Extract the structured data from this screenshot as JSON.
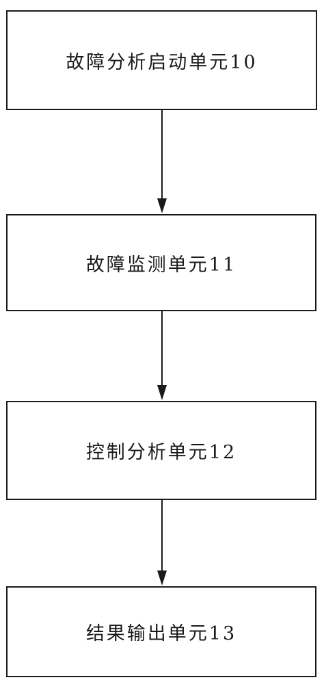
{
  "diagram": {
    "nodes": [
      {
        "id": "unit-10",
        "label": "故障分析启动单元10"
      },
      {
        "id": "unit-11",
        "label": "故障监测单元11"
      },
      {
        "id": "unit-12",
        "label": "控制分析单元12"
      },
      {
        "id": "unit-13",
        "label": "结果输出单元13"
      }
    ],
    "edges": [
      {
        "from": "unit-10",
        "to": "unit-11"
      },
      {
        "from": "unit-11",
        "to": "unit-12"
      },
      {
        "from": "unit-12",
        "to": "unit-13"
      }
    ],
    "colors": {
      "stroke": "#1a1a1a",
      "background": "#ffffff"
    }
  }
}
